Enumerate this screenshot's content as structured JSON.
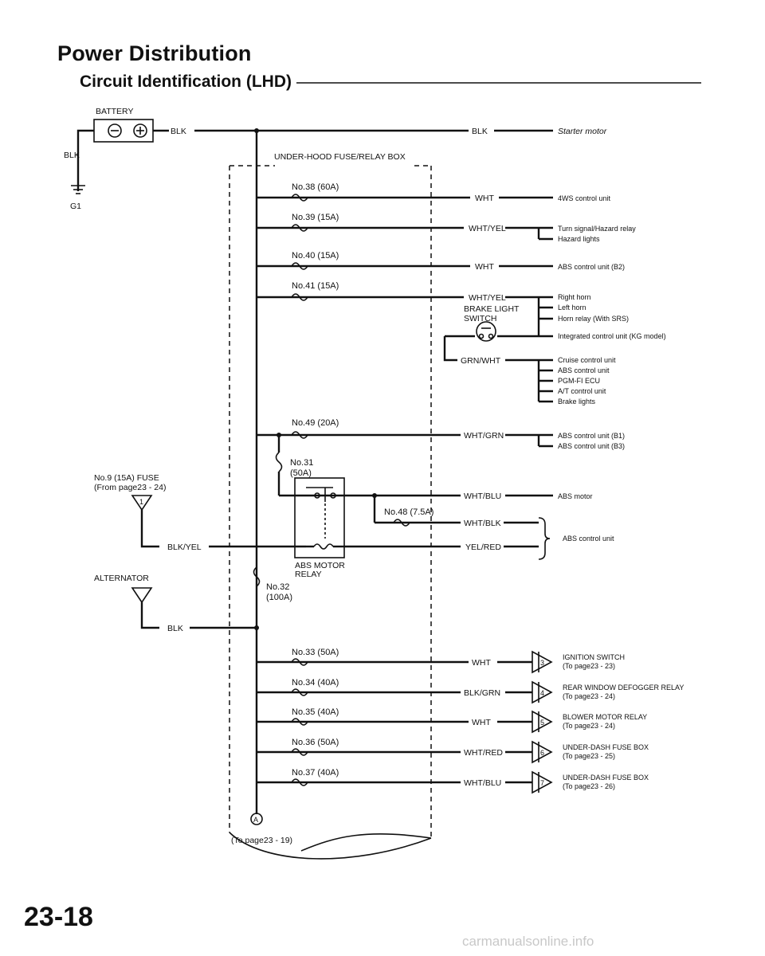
{
  "header": {
    "title": "Power Distribution",
    "subtitle": "Circuit Identification (LHD)"
  },
  "page_number": "23-18",
  "watermark": "carmanualsonline.info",
  "battery": {
    "label": "BATTERY",
    "wire": "BLK",
    "ground_wire": "BLK",
    "ground": "G1"
  },
  "box_label": "UNDER-HOOD FUSE/RELAY BOX",
  "main_feed": {
    "wire": "BLK",
    "dest": "Starter motor"
  },
  "fuses": [
    {
      "name": "No.38 (60A)",
      "wire": "WHT",
      "dests": [
        "4WS control unit"
      ]
    },
    {
      "name": "No.39 (15A)",
      "wire": "WHT/YEL",
      "dests": [
        "Turn signal/Hazard relay",
        "Hazard lights"
      ]
    },
    {
      "name": "No.40 (15A)",
      "wire": "WHT",
      "dests": [
        "ABS control unit (B2)"
      ]
    },
    {
      "name": "No.41 (15A)",
      "wire": "WHT/YEL",
      "dests": [
        "Right horn",
        "Left horn",
        "Horn relay (With SRS)",
        "Integrated control unit (KG model)"
      ]
    }
  ],
  "brake_switch": {
    "label_1": "BRAKE LIGHT",
    "label_2": "SWITCH",
    "wire": "GRN/WHT",
    "dests": [
      "Cruise control unit",
      "ABS control unit",
      "PGM-FI ECU",
      "A/T control unit",
      "Brake lights"
    ]
  },
  "fuse49": {
    "name": "No.49 (20A)",
    "wire": "WHT/GRN",
    "dests": [
      "ABS control unit (B1)",
      "ABS control unit (B3)"
    ]
  },
  "fuse31": {
    "name_1": "No.31",
    "name_2": "(50A)"
  },
  "abs_motor": {
    "wire": "WHT/BLU",
    "dest": "ABS motor"
  },
  "fuse48": {
    "name": "No.48 (7.5A)"
  },
  "abs_unit": {
    "wire_1": "WHT/BLK",
    "wire_2": "YEL/RED",
    "dest": "ABS control unit"
  },
  "relay": {
    "label_1": "ABS MOTOR",
    "label_2": "RELAY"
  },
  "fuse9": {
    "label_1": "No.9 (15A) FUSE",
    "label_2": "(From page23 - 24)",
    "connector": "1",
    "wire": "BLK/YEL"
  },
  "fuse32": {
    "name_1": "No.32",
    "name_2": "(100A)"
  },
  "alternator": {
    "label": "ALTERNATOR",
    "wire": "BLK"
  },
  "lower_fuses": [
    {
      "name": "No.33 (50A)",
      "wire": "WHT",
      "connector": "3",
      "dest_1": "IGNITION SWITCH",
      "dest_2": "(To page23 - 23)"
    },
    {
      "name": "No.34 (40A)",
      "wire": "BLK/GRN",
      "connector": "4",
      "dest_1": "REAR WINDOW DEFOGGER RELAY",
      "dest_2": "(To page23 - 24)"
    },
    {
      "name": "No.35 (40A)",
      "wire": "WHT",
      "connector": "5",
      "dest_1": "BLOWER MOTOR RELAY",
      "dest_2": "(To page23 - 24)"
    },
    {
      "name": "No.36 (50A)",
      "wire": "WHT/RED",
      "connector": "6",
      "dest_1": "UNDER-DASH FUSE BOX",
      "dest_2": "(To page23 - 25)"
    },
    {
      "name": "No.37 (40A)",
      "wire": "WHT/BLU",
      "connector": "7",
      "dest_1": "UNDER-DASH FUSE BOX",
      "dest_2": "(To page23 - 26)"
    }
  ],
  "bottom_connector": {
    "letter": "A",
    "ref": "(To page23 - 19)"
  }
}
